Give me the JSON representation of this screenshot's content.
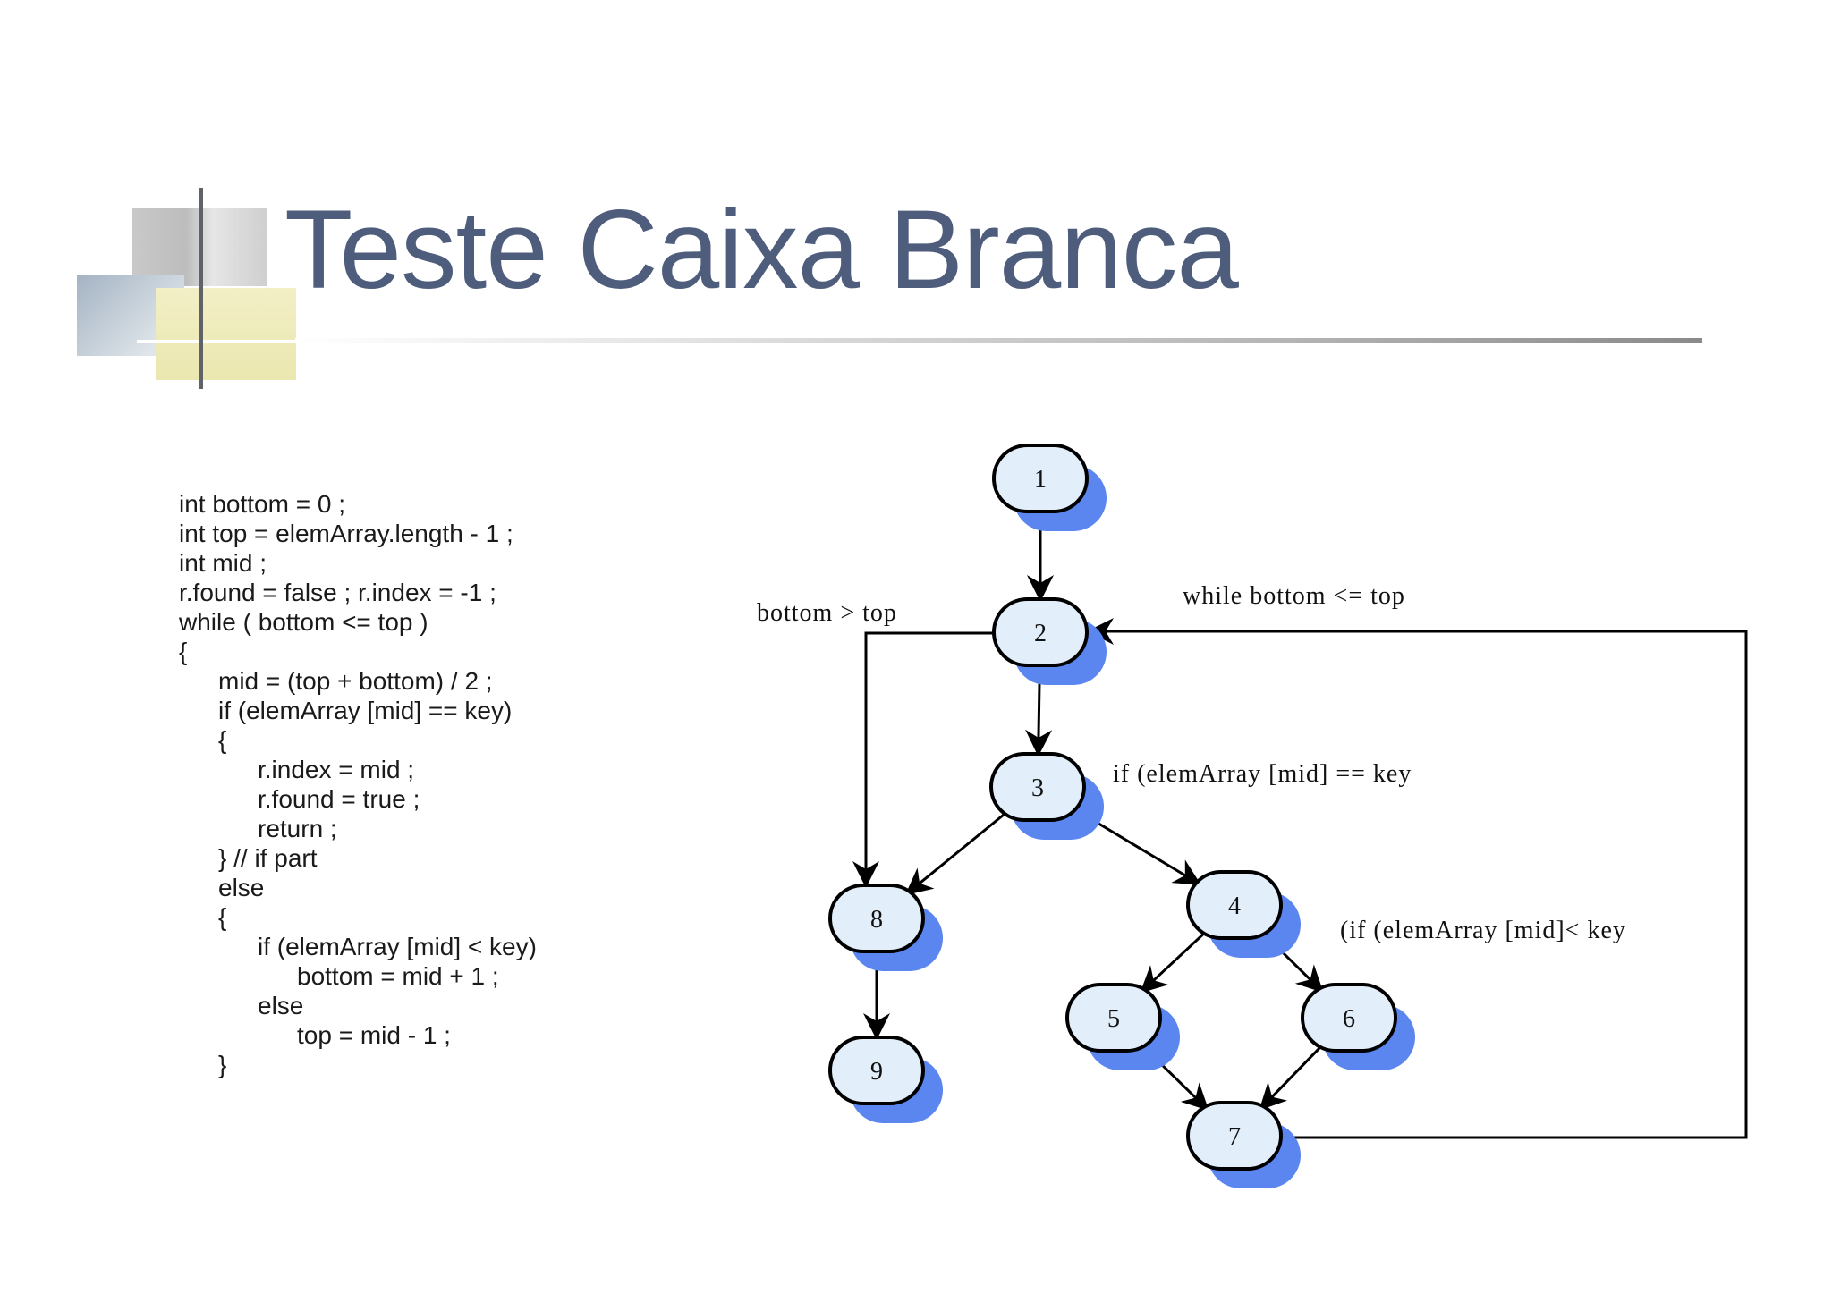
{
  "slide": {
    "title": "Teste Caixa Branca"
  },
  "code": {
    "lines": [
      {
        "text": "int bottom = 0 ;",
        "indent": 0
      },
      {
        "text": "int top = elemArray.length - 1 ;",
        "indent": 0
      },
      {
        "text": "int mid ;",
        "indent": 0
      },
      {
        "text": "r.found = false ; r.index = -1 ;",
        "indent": 0
      },
      {
        "text": "while ( bottom <= top )",
        "indent": 0
      },
      {
        "text": "{",
        "indent": 0
      },
      {
        "text": "mid = (top + bottom) / 2 ;",
        "indent": 1
      },
      {
        "text": "if (elemArray [mid] == key)",
        "indent": 1
      },
      {
        "text": "{",
        "indent": 1
      },
      {
        "text": "r.index = mid ;",
        "indent": 2
      },
      {
        "text": "r.found = true ;",
        "indent": 2
      },
      {
        "text": "return ;",
        "indent": 2
      },
      {
        "text": "} // if part",
        "indent": 1
      },
      {
        "text": "else",
        "indent": 1
      },
      {
        "text": "{",
        "indent": 1
      },
      {
        "text": "if (elemArray [mid] < key)",
        "indent": 2
      },
      {
        "text": "bottom = mid + 1 ;",
        "indent": 3
      },
      {
        "text": "else",
        "indent": 2
      },
      {
        "text": "top = mid - 1 ;",
        "indent": 3
      },
      {
        "text": "}",
        "indent": 1
      }
    ]
  },
  "flow_graph": {
    "nodes": [
      "1",
      "2",
      "3",
      "4",
      "5",
      "6",
      "7",
      "8",
      "9"
    ],
    "edges": [
      {
        "from": "1",
        "to": "2"
      },
      {
        "from": "2",
        "to": "3"
      },
      {
        "from": "2",
        "to": "8"
      },
      {
        "from": "3",
        "to": "8"
      },
      {
        "from": "3",
        "to": "4"
      },
      {
        "from": "4",
        "to": "5"
      },
      {
        "from": "4",
        "to": "6"
      },
      {
        "from": "5",
        "to": "7"
      },
      {
        "from": "6",
        "to": "7"
      },
      {
        "from": "7",
        "to": "2"
      },
      {
        "from": "8",
        "to": "9"
      }
    ],
    "labels": {
      "bottom_gt_top": "bottom > top",
      "while_loop": "while bottom <= top",
      "if_equal": "if (elemArray [mid] == key",
      "if_less": "(if (elemArray [mid]< key"
    },
    "colors": {
      "node_fill": "#e2eefa",
      "node_shadow": "#5b86f0",
      "edge": "#000000"
    }
  }
}
